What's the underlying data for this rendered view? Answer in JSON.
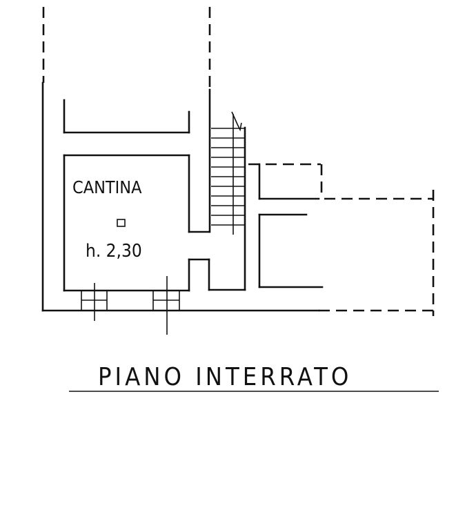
{
  "plan": {
    "room_label": "CANTINA",
    "height_label": "h. 2,30",
    "title": "PIANO INTERRATO"
  }
}
